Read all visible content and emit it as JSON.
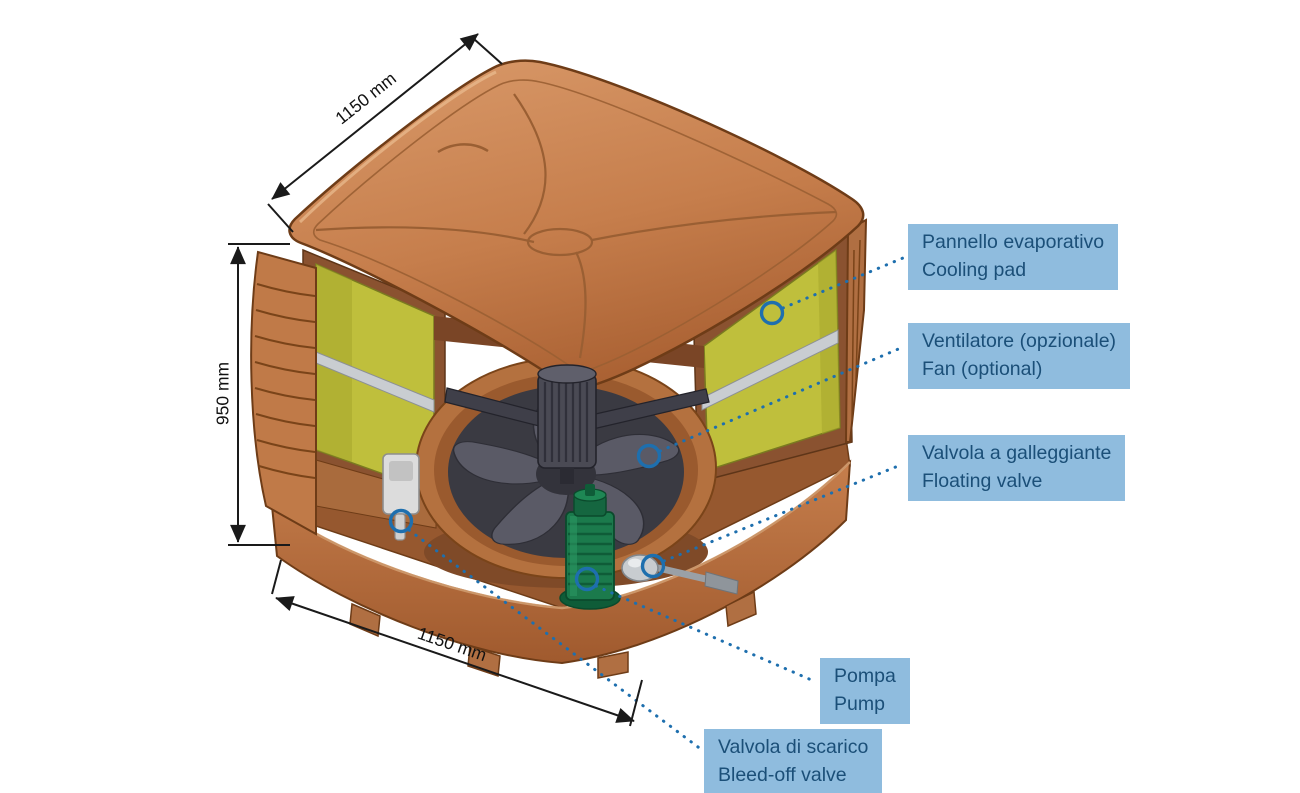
{
  "dimensions": {
    "width_top": "1150 mm",
    "height_left": "950 mm",
    "depth_bottom": "1150 mm"
  },
  "labels": {
    "cooling_pad": {
      "it": "Pannello evaporativo",
      "en": "Cooling pad"
    },
    "fan": {
      "it": "Ventilatore (opzionale)",
      "en": "Fan (optional)"
    },
    "floating_valve": {
      "it": "Valvola a galleggiante",
      "en": "Floating valve"
    },
    "pump": {
      "it": "Pompa",
      "en": "Pump"
    },
    "bleed_valve": {
      "it": "Valvola di scarico",
      "en": "Bleed-off valve"
    }
  },
  "colors": {
    "label_background": "#8FBCDE",
    "label_text": "#1B4F78",
    "leader_line": "#1E6FAE",
    "dimension_line": "#1A1A1A",
    "body_copper": "#C67E4C",
    "cooling_pad_yellow": "#BFBF3C",
    "fan_dark": "#4A4A54",
    "pump_green": "#1B7A4C"
  }
}
